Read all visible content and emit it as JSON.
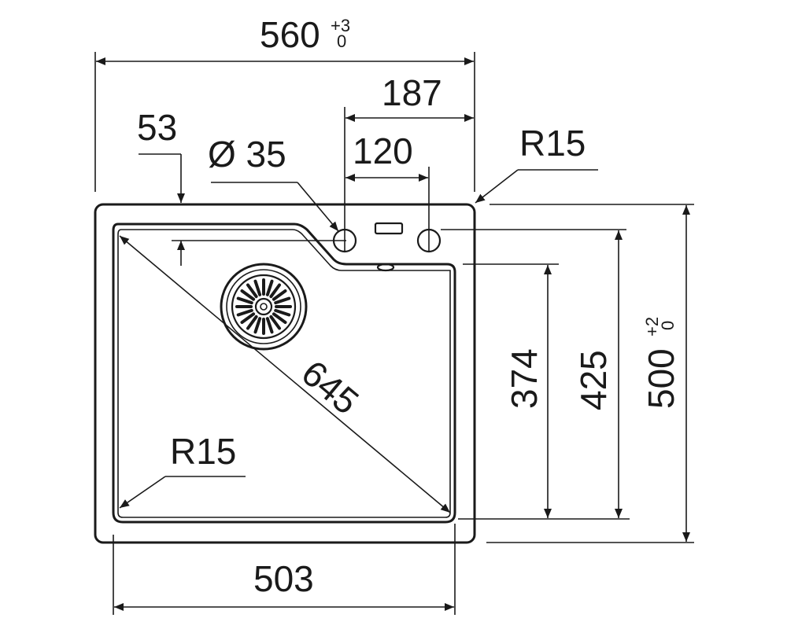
{
  "dimensions": {
    "overall_width": {
      "value": "560",
      "tol_upper": "+3",
      "tol_lower": "0"
    },
    "tap_offset_right": {
      "value": "187"
    },
    "tap_spacing": {
      "value": "120"
    },
    "drain_offset": {
      "value": "53"
    },
    "tap_hole_diameter": {
      "value": "Ø 35"
    },
    "corner_radius_outer": {
      "value": "R15"
    },
    "corner_radius_inner": {
      "value": "R15"
    },
    "diagonal": {
      "value": "645"
    },
    "bowl_depth_short": {
      "value": "374"
    },
    "bowl_depth": {
      "value": "425"
    },
    "overall_depth": {
      "value": "500",
      "tol_upper": "+2",
      "tol_lower": "0"
    },
    "bowl_width": {
      "value": "503"
    }
  }
}
